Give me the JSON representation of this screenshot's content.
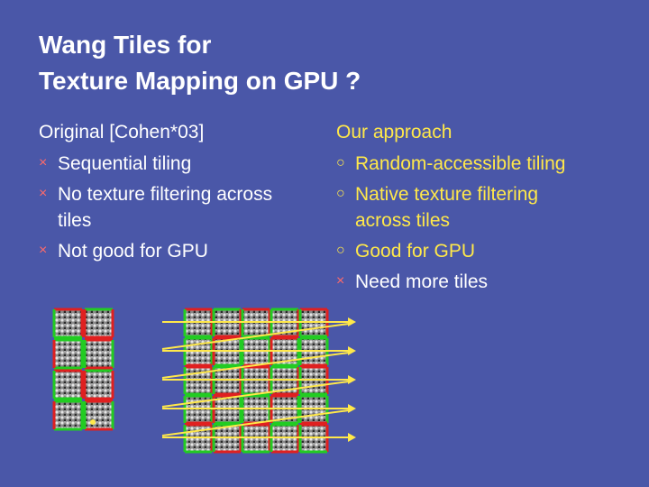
{
  "slide": {
    "title": "Wang Tiles for\nTexture Mapping on GPU ?"
  },
  "left": {
    "heading": "Original [Cohen*03]",
    "items": [
      {
        "mark": "×",
        "text": "Sequential tiling"
      },
      {
        "mark": "×",
        "text": "No texture filtering across\n tiles"
      },
      {
        "mark": "×",
        "text": "Not good for GPU"
      }
    ]
  },
  "right": {
    "heading": "Our approach",
    "items": [
      {
        "mark": "○",
        "text": "Random-accessible tiling"
      },
      {
        "mark": "○",
        "text": "Native texture filtering\n across tiles"
      },
      {
        "mark": "○",
        "text": "Good for GPU"
      },
      {
        "mark": "×",
        "text": "Need more tiles"
      }
    ]
  },
  "colors": {
    "background": "#4a57a8",
    "highlight": "#ffe84a",
    "cross": "#ff6a6a",
    "tile_edge_red": "#e02020",
    "tile_edge_green": "#22cc22"
  },
  "icons": [
    "cross-mark-icon",
    "circle-mark-icon"
  ]
}
